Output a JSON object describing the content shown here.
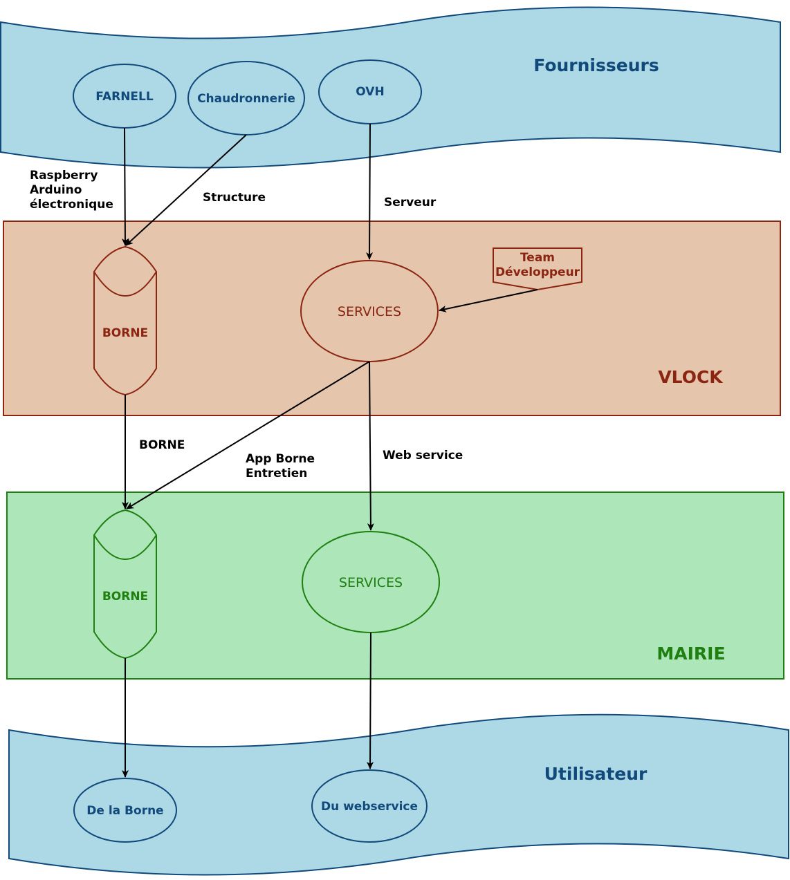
{
  "colors": {
    "band_fill": "#add8e6",
    "band_stroke": "#10497a",
    "band_text": "#10497a",
    "vlock_fill": "#e5c5ac",
    "vlock_stroke": "#8b2512",
    "vlock_text": "#8b2512",
    "mairie_fill": "#ace6b9",
    "mairie_stroke": "#1f7f10",
    "mairie_text": "#1f7f10",
    "edge": "#000000"
  },
  "fournisseurs": {
    "title": "Fournisseurs",
    "farnell": "FARNELL",
    "chaudronnerie": "Chaudronnerie",
    "ovh": "OVH"
  },
  "vlock": {
    "title": "VLOCK",
    "borne": "BORNE",
    "services": "SERVICES",
    "team_line1": "Team",
    "team_line2": "Développeur"
  },
  "mairie": {
    "title": "MAIRIE",
    "borne": "BORNE",
    "services": "SERVICES"
  },
  "utilisateur": {
    "title": "Utilisateur",
    "de_la_borne": "De la Borne",
    "du_webservice": "Du webservice"
  },
  "edges": {
    "farnell_line1": "Raspberry",
    "farnell_line2": "Arduino",
    "farnell_line3": "électronique",
    "structure": "Structure",
    "serveur": "Serveur",
    "borne": "BORNE",
    "app_line1": "App Borne",
    "app_line2": "Entretien",
    "web_service": "Web service"
  }
}
